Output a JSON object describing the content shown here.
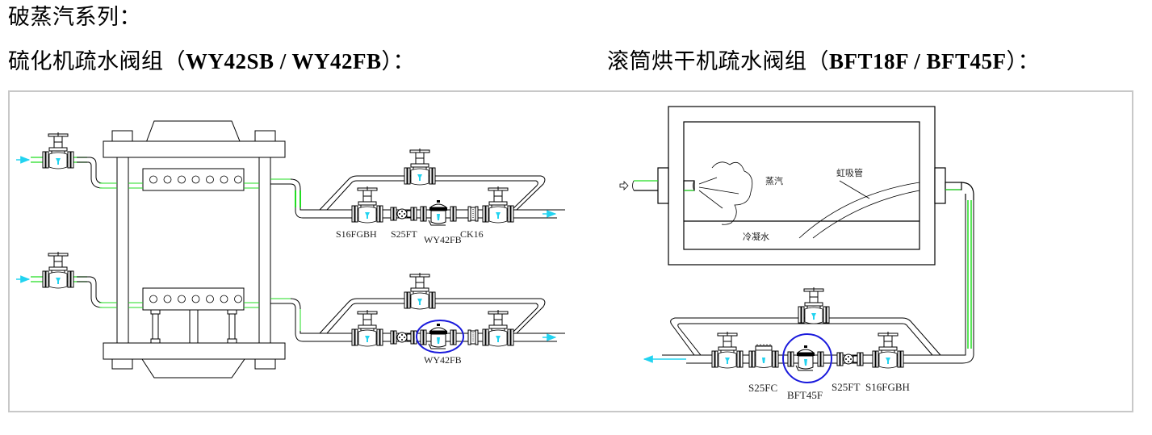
{
  "headings": {
    "series_title": "破蒸汽系列：",
    "left_title_cn": "硫化机疏水阀组（",
    "left_title_models": "WY42SB / WY42FB",
    "left_title_end": "）：",
    "right_title_cn": "滚筒烘干机疏水阀组（",
    "right_title_models": "BFT18F / BFT45F",
    "right_title_end": "）："
  },
  "left_diagram": {
    "upper_line_labels": [
      "S16FGBH",
      "S25FT",
      "WY42FB",
      "CK16"
    ],
    "lower_line_labels": [
      "WY42FB"
    ],
    "highlighted_component": "WY42FB"
  },
  "right_diagram": {
    "dryer_labels": {
      "steam": "蒸汽",
      "siphon": "虹吸管",
      "condensate": "冷凝水"
    },
    "line_labels": [
      "S25FC",
      "BFT45F",
      "S25FT",
      "S16FGBH"
    ],
    "highlighted_component": "BFT45F"
  },
  "colors": {
    "pipe_green": "#22dd22",
    "flow_cyan": "#22d3f0",
    "highlight_blue": "#1a1adc",
    "frame_gray": "#c8c8c8"
  }
}
